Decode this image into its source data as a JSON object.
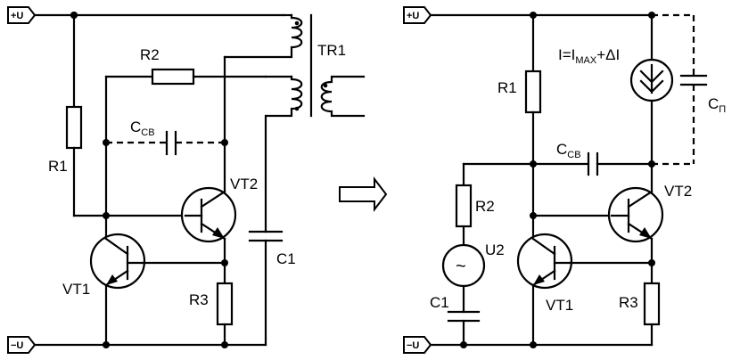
{
  "left_circuit": {
    "rail_pos": "+U",
    "rail_neg": "−U",
    "transformer": "TR1",
    "r_feedback": "R2",
    "r_bias": "R1",
    "r_emitter": "R3",
    "cap_main": "C1",
    "cap_parasitic_main": "C",
    "cap_parasitic_sub": "CB",
    "transistor_upper": "VT2",
    "transistor_lower": "VT1"
  },
  "right_circuit": {
    "rail_pos": "+U",
    "rail_neg": "−U",
    "current_main": "I=I",
    "current_sub": "MAX",
    "current_tail": "+ΔI",
    "r_bias": "R1",
    "r_series": "R2",
    "r_emitter": "R3",
    "source": "U2",
    "source_symbol": "~",
    "cap_coupling": "C1",
    "cap_parasitic_main": "C",
    "cap_parasitic_sub": "CB",
    "cap_shunt_main": "C",
    "cap_shunt_sub": "П",
    "transistor_upper": "VT2",
    "transistor_lower": "VT1"
  },
  "arrow": "equivalent-transformation-arrow"
}
